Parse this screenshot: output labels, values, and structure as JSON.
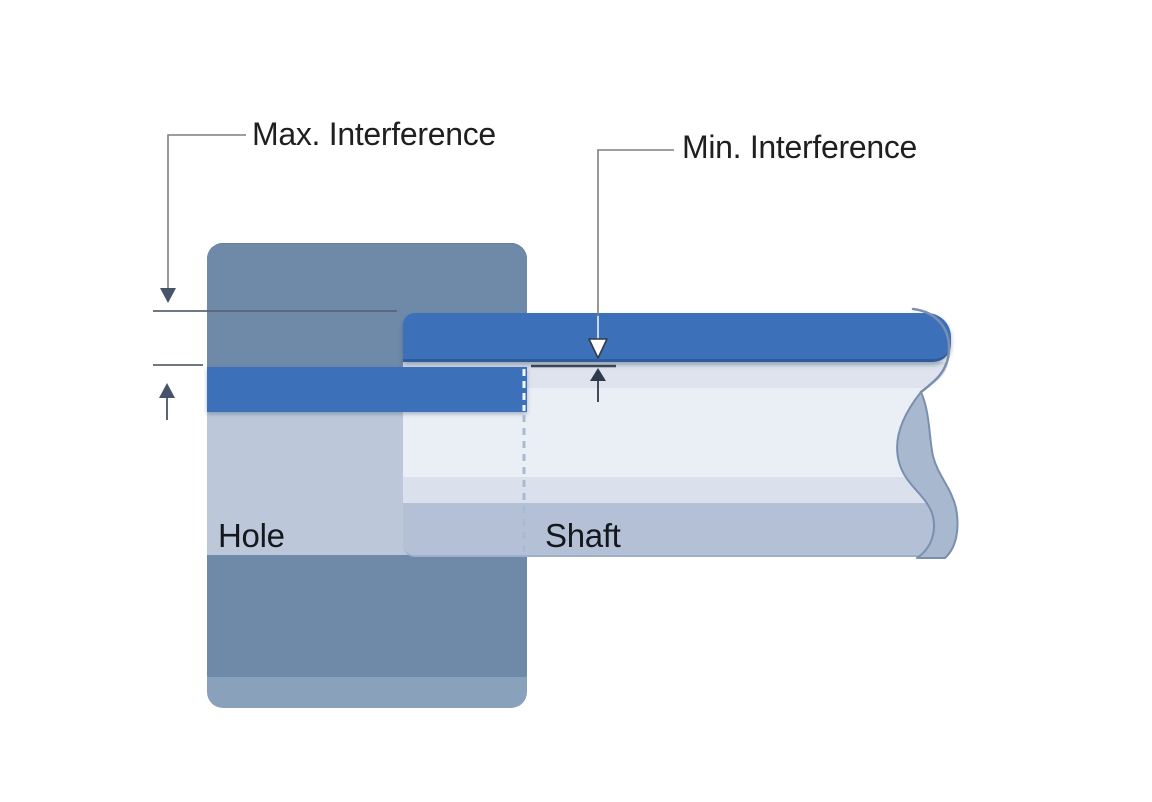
{
  "labels": {
    "max_interference": "Max. Interference",
    "min_interference": "Min. Interference",
    "hole": "Hole",
    "shaft": "Shaft"
  },
  "parts": [
    {
      "name": "hole",
      "label": "Hole",
      "role": "outer part with bore"
    },
    {
      "name": "shaft",
      "label": "Shaft",
      "role": "inner part, press fit"
    }
  ],
  "annotations": [
    {
      "label": "Max. Interference",
      "points_to": "gap between shaft top surface line and hole band top line (left side)"
    },
    {
      "label": "Min. Interference",
      "points_to": "gap between shaft band bottom edge and hole band top edge (center)"
    }
  ],
  "colors": {
    "background": "#FFFFFF",
    "hole_body": "#6F8AA9",
    "hole_base": "#8AA1BC",
    "hole_bore": "#BCC8DA",
    "interference_blue": "#3C70B8",
    "interference_blue_edge": "#2D5C99",
    "shaft_stripe_top": "#DEE3EE",
    "shaft_highlight": "#EAEEF5",
    "shaft_stripe_mid": "#DBE1EC",
    "shaft_shadow": "#B3C0D5",
    "break_fill": "#A8B8CF",
    "break_outline": "#7A8FB0",
    "leader_line": "#7F7F7F",
    "reference_line": "#5A6672",
    "dimension_arrow": "#44546A",
    "min_dimension_dark": "#2F3B4C",
    "hidden_edge_dash": "#A9BBD2",
    "text": "#1F1F1F"
  }
}
